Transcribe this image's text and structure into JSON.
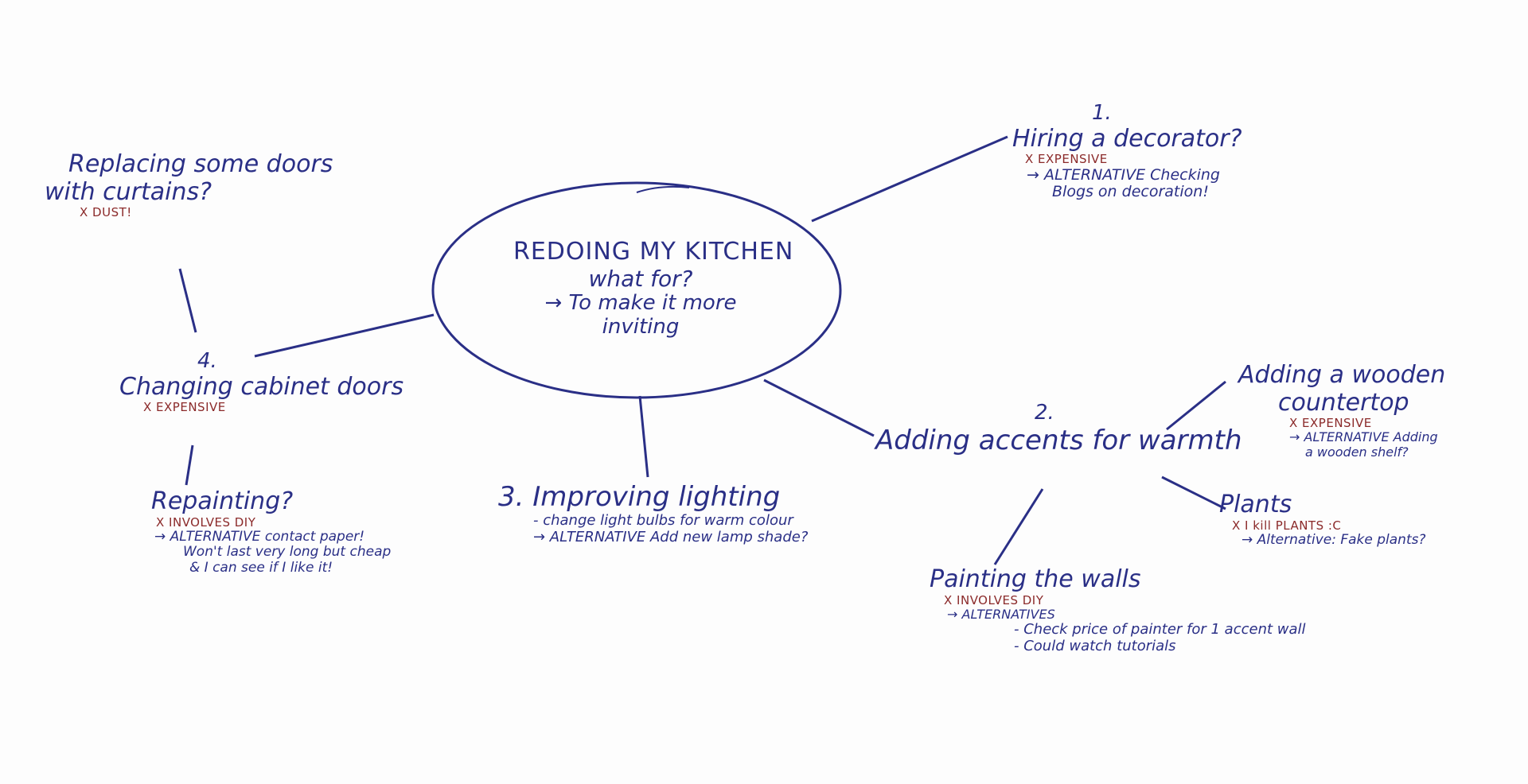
{
  "colors": {
    "ink": "#2a2f86",
    "con": "#8b2a2a",
    "paper": "#fdfdfd"
  },
  "center": {
    "title": "REDOING MY KITCHEN",
    "question": "what for?",
    "answer_1": "→ To make it more",
    "answer_2": "inviting"
  },
  "decorator": {
    "number": "1.",
    "title": "Hiring a decorator?",
    "con": "X EXPENSIVE",
    "alt_1": "→ ALTERNATIVE Checking",
    "alt_2": "Blogs on decoration!"
  },
  "accents": {
    "number": "2.",
    "title": "Adding accents for warmth"
  },
  "countertop": {
    "title_1": "Adding a wooden",
    "title_2": "countertop",
    "con": "X EXPENSIVE",
    "alt_1": "→ ALTERNATIVE Adding",
    "alt_2": "a wooden shelf?"
  },
  "plants": {
    "title": "Plants",
    "con": "X I kill PLANTS :C",
    "alt": "→ Alternative: Fake plants?"
  },
  "walls": {
    "title": "Painting the walls",
    "con": "X INVOLVES DIY",
    "alt": "→ ALTERNATIVES",
    "item_1": "- Check price of painter for 1 accent wall",
    "item_2": "- Could watch tutorials"
  },
  "lighting": {
    "title": "3. Improving lighting",
    "item_1": "- change light bulbs for warm colour",
    "item_2": "→ ALTERNATIVE Add new lamp shade?"
  },
  "cabinet": {
    "number": "4.",
    "title": "Changing cabinet doors",
    "con": "X EXPENSIVE"
  },
  "curtains": {
    "title_1": "Replacing some doors",
    "title_2": "with curtains?",
    "con": "X DUST!"
  },
  "repainting": {
    "title": "Repainting?",
    "con": "X INVOLVES DIY",
    "alt_1": "→ ALTERNATIVE contact paper!",
    "alt_2": "Won't last very long but cheap",
    "alt_3": "& I can see if I like it!"
  }
}
